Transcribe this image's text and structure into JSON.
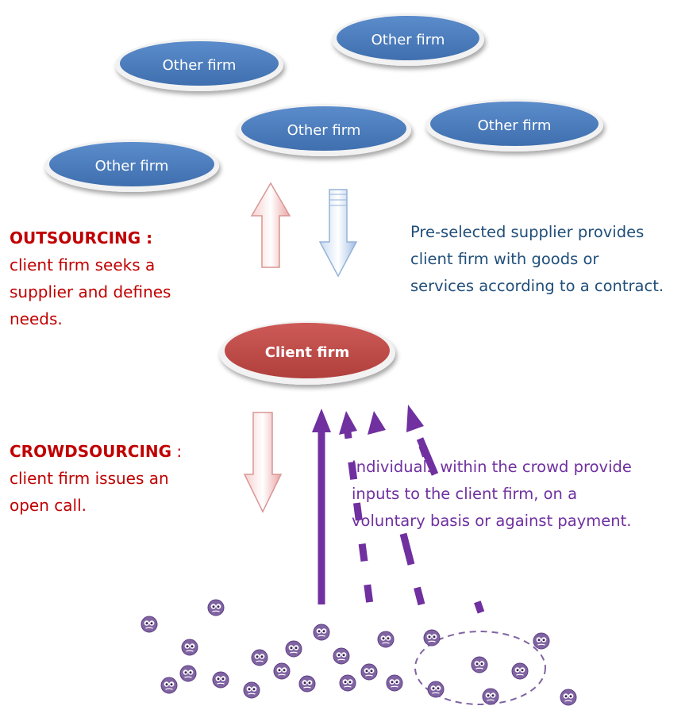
{
  "firms": {
    "other_firm_label": "Other firm",
    "client_firm_label": "Client firm"
  },
  "outsourcing": {
    "heading": "OUTSOURCING :",
    "lines": [
      "client firm seeks a",
      "supplier and defines",
      "needs."
    ]
  },
  "supplier_note": {
    "lines": [
      "Pre-selected supplier provides",
      "client firm with goods or",
      "services according to a contract."
    ]
  },
  "crowdsourcing": {
    "heading": "CROWDSOURCING",
    "heading_suffix": " :",
    "lines": [
      "client firm issues an",
      "open call."
    ]
  },
  "crowd_note": {
    "lines": [
      "Individuals within the crowd provide",
      "inputs to the client firm, on a",
      "voluntary basis or against payment."
    ]
  },
  "colors": {
    "other_firm": "#4f81bd",
    "client_firm": "#c0504d",
    "outsourcing_text": "#c00000",
    "supplier_text": "#1f4e79",
    "crowd": "#7030a0"
  }
}
